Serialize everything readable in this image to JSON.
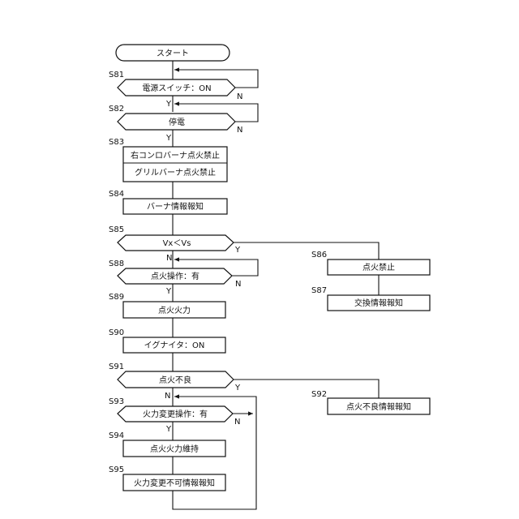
{
  "flowchart": {
    "start": "スタート",
    "s81": {
      "id": "S81",
      "text": "電源スイッチ：ON"
    },
    "s82": {
      "id": "S82",
      "text": "停電"
    },
    "s83": {
      "id": "S83",
      "text_a": "右コンロバーナ点火禁止",
      "text_b": "グリルバーナ点火禁止"
    },
    "s84": {
      "id": "S84",
      "text": "バーナ情報報知"
    },
    "s85": {
      "id": "S85",
      "text": "Vx＜Vs"
    },
    "s86": {
      "id": "S86",
      "text": "点火禁止"
    },
    "s87": {
      "id": "S87",
      "text": "交換情報報知"
    },
    "s88": {
      "id": "S88",
      "text": "点火操作：有"
    },
    "s89": {
      "id": "S89",
      "text": "点火火力"
    },
    "s90": {
      "id": "S90",
      "text": "イグナイタ：ON"
    },
    "s91": {
      "id": "S91",
      "text": "点火不良"
    },
    "s92": {
      "id": "S92",
      "text": "点火不良情報報知"
    },
    "s93": {
      "id": "S93",
      "text": "火力変更操作：有"
    },
    "s94": {
      "id": "S94",
      "text": "点火火力維持"
    },
    "s95": {
      "id": "S95",
      "text": "火力変更不可情報報知"
    },
    "yes": "Y",
    "no": "N"
  }
}
